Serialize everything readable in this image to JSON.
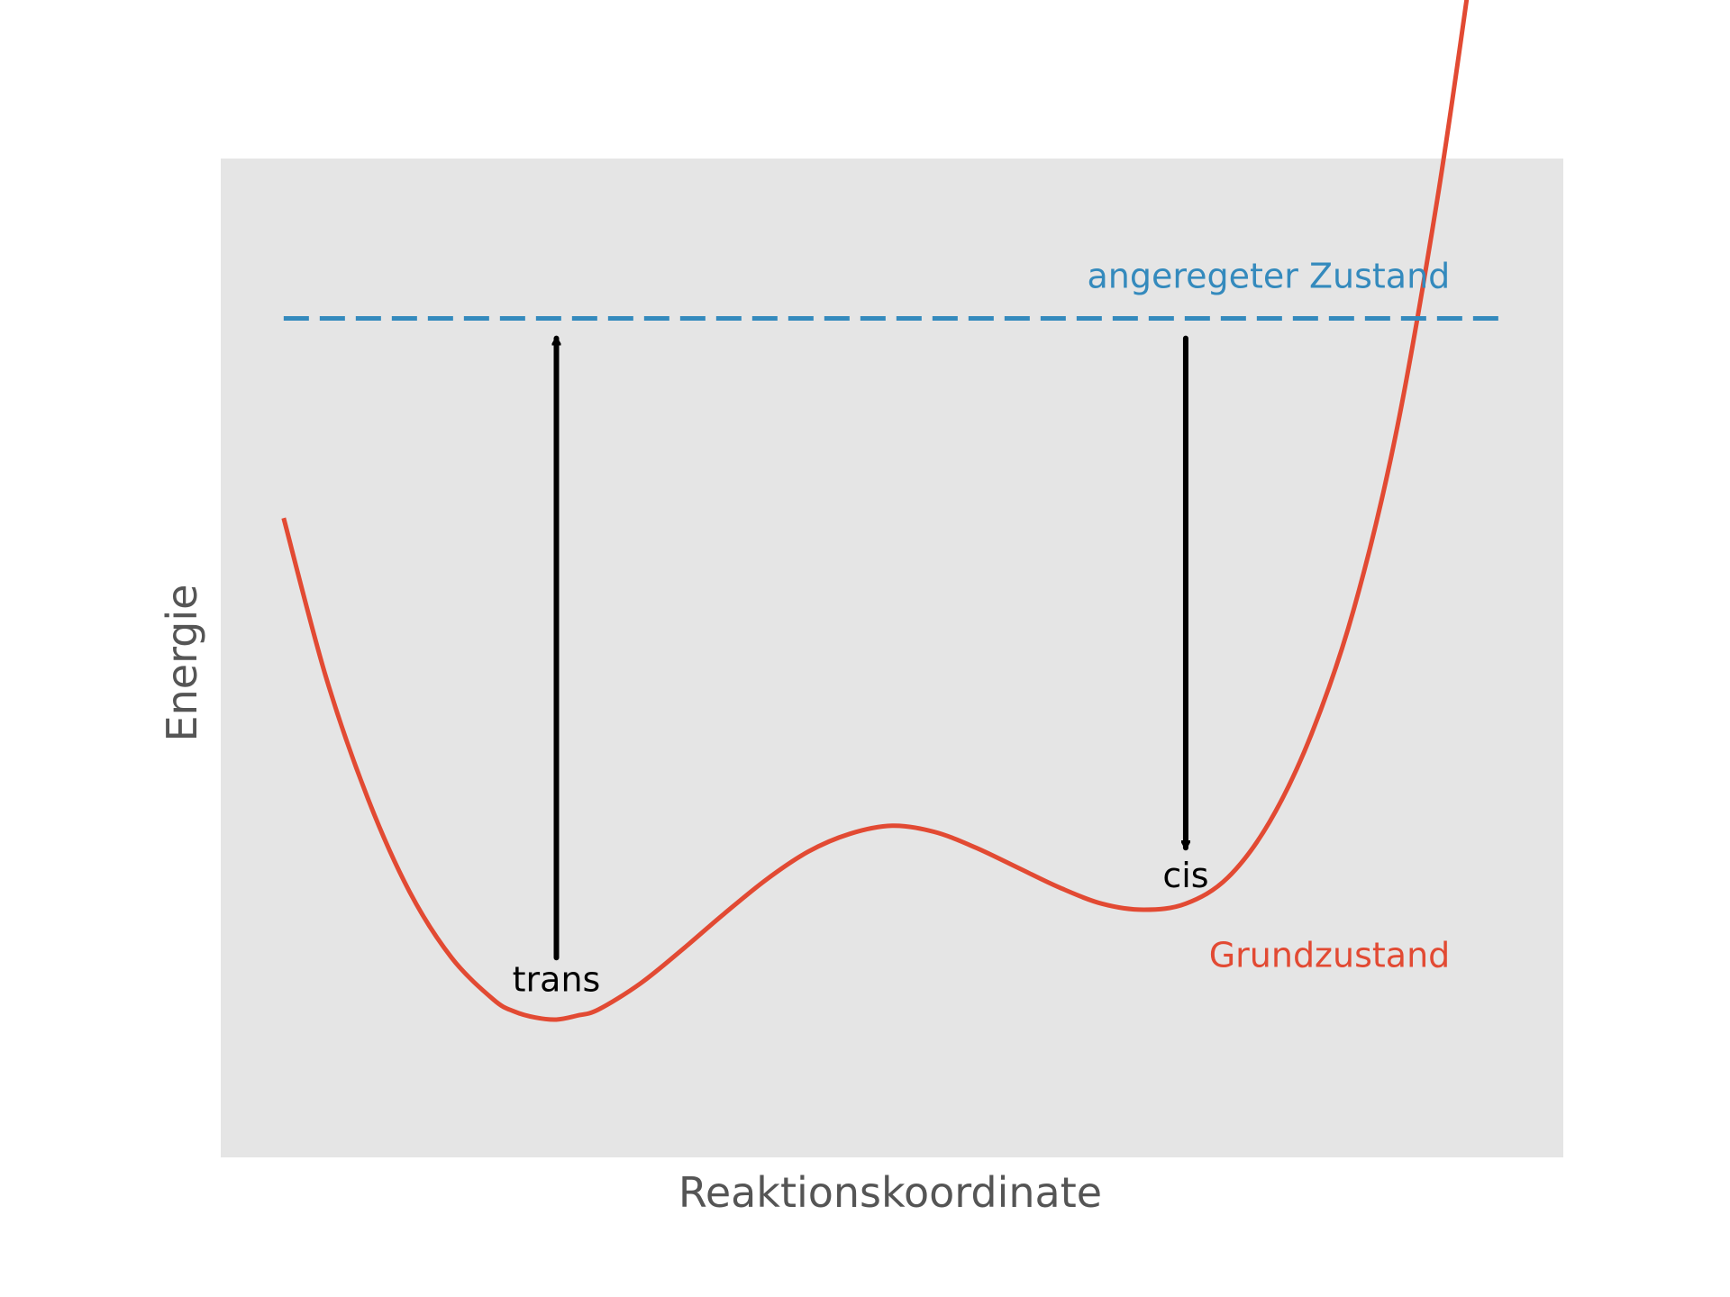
{
  "chart_data": {
    "type": "line",
    "title": "",
    "xlabel": "Reaktionskoordinate",
    "ylabel": "Energie",
    "grid": false,
    "show_ticks": false,
    "xlim": [
      -1.6,
      1.6
    ],
    "ylim": [
      -1.0,
      4.0
    ],
    "colors": {
      "background": "#e5e5e5",
      "ground": "#e24a33",
      "excited": "#348abd",
      "arrow": "#000000",
      "label": "#555555"
    },
    "series": [
      {
        "name": "Grundzustand",
        "style": "solid",
        "x": [
          -1.45,
          -1.35,
          -1.25,
          -1.15,
          -1.05,
          -0.95,
          -0.9,
          -0.85,
          -0.8,
          -0.75,
          -0.7,
          -0.6,
          -0.5,
          -0.4,
          -0.3,
          -0.2,
          -0.1,
          0.0,
          0.1,
          0.2,
          0.3,
          0.4,
          0.5,
          0.6,
          0.7,
          0.8,
          0.9,
          1.0,
          1.1,
          1.2,
          1.3,
          1.38
        ],
        "y": [
          2.2,
          1.41,
          0.8,
          0.33,
          0.0,
          -0.21,
          -0.27,
          -0.3,
          -0.31,
          -0.29,
          -0.26,
          -0.13,
          0.04,
          0.22,
          0.39,
          0.53,
          0.62,
          0.66,
          0.63,
          0.55,
          0.45,
          0.35,
          0.27,
          0.24,
          0.27,
          0.4,
          0.68,
          1.12,
          1.74,
          2.61,
          3.8,
          4.95
        ]
      },
      {
        "name": "angeregeter Zustand",
        "style": "dashed",
        "x": [
          -1.45,
          1.45
        ],
        "y": [
          3.2,
          3.2
        ]
      }
    ],
    "annotations": [
      {
        "text": "trans",
        "x": -0.8,
        "y": -0.12
      },
      {
        "text": "cis",
        "x": 0.7,
        "y": 0.4
      },
      {
        "text": "Grundzustand",
        "x": 1.33,
        "y": 0.0
      },
      {
        "text": "angeregeter Zustand",
        "x": 1.33,
        "y": 3.4
      }
    ],
    "arrows": [
      {
        "name": "trans-excitation",
        "from": [
          -0.8,
          0.0
        ],
        "to": [
          -0.8,
          3.1
        ]
      },
      {
        "name": "cis-relaxation",
        "from": [
          0.7,
          3.1
        ],
        "to": [
          0.7,
          0.55
        ]
      }
    ]
  }
}
